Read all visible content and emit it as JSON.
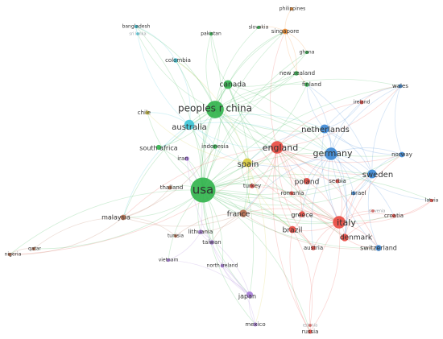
{
  "network": {
    "colors": {
      "green": "#2fb34a",
      "blue": "#3a86d4",
      "red": "#e9483f",
      "cyan": "#3cc5d8",
      "orange": "#f08a2b",
      "purple": "#a67ad8",
      "brown": "#b36a4a",
      "yellow": "#d8c93a"
    },
    "nodes": [
      {
        "id": "usa",
        "label": "usa",
        "cluster": "green",
        "weight": 10
      },
      {
        "id": "peoples-r-china",
        "label": "peoples r china",
        "cluster": "green",
        "weight": 7
      },
      {
        "id": "canada",
        "label": "canada",
        "cluster": "green",
        "weight": 3.5
      },
      {
        "id": "australia",
        "label": "australia",
        "cluster": "cyan",
        "weight": 4
      },
      {
        "id": "england",
        "label": "england",
        "cluster": "red",
        "weight": 5
      },
      {
        "id": "germany",
        "label": "germany",
        "cluster": "blue",
        "weight": 5
      },
      {
        "id": "netherlands",
        "label": "netherlands",
        "cluster": "blue",
        "weight": 3.5
      },
      {
        "id": "italy",
        "label": "italy",
        "cluster": "red",
        "weight": 5
      },
      {
        "id": "spain",
        "label": "spain",
        "cluster": "yellow",
        "weight": 3.5
      },
      {
        "id": "sweden",
        "label": "sweden",
        "cluster": "blue",
        "weight": 3.5
      },
      {
        "id": "france",
        "label": "france",
        "cluster": "brown",
        "weight": 3
      },
      {
        "id": "denmark",
        "label": "denmark",
        "cluster": "red",
        "weight": 3
      },
      {
        "id": "brazil",
        "label": "brazil",
        "cluster": "red",
        "weight": 2.8
      },
      {
        "id": "poland",
        "label": "poland",
        "cluster": "red",
        "weight": 2.6
      },
      {
        "id": "greece",
        "label": "greece",
        "cluster": "red",
        "weight": 2.4
      },
      {
        "id": "japan",
        "label": "japan",
        "cluster": "purple",
        "weight": 2.6
      },
      {
        "id": "switzerland",
        "label": "switzerland",
        "cluster": "blue",
        "weight": 2.4
      },
      {
        "id": "norway",
        "label": "norway",
        "cluster": "blue",
        "weight": 2.2
      },
      {
        "id": "malaysia",
        "label": "malaysia",
        "cluster": "brown",
        "weight": 2.2
      },
      {
        "id": "singapore",
        "label": "singapore",
        "cluster": "orange",
        "weight": 2.2
      },
      {
        "id": "south-africa",
        "label": "south africa",
        "cluster": "green",
        "weight": 2
      },
      {
        "id": "finland",
        "label": "finland",
        "cluster": "green",
        "weight": 1.8
      },
      {
        "id": "new-zealand",
        "label": "new zealand",
        "cluster": "green",
        "weight": 1.8
      },
      {
        "id": "colombia",
        "label": "colombia",
        "cluster": "cyan",
        "weight": 1.8
      },
      {
        "id": "indonesia",
        "label": "indonesia",
        "cluster": "green",
        "weight": 1.8
      },
      {
        "id": "iran",
        "label": "iran",
        "cluster": "purple",
        "weight": 1.8
      },
      {
        "id": "turkey",
        "label": "turkey",
        "cluster": "red",
        "weight": 1.8
      },
      {
        "id": "austria",
        "label": "austria",
        "cluster": "red",
        "weight": 1.8
      },
      {
        "id": "romania",
        "label": "romania",
        "cluster": "red",
        "weight": 1.6
      },
      {
        "id": "serbia",
        "label": "serbia",
        "cluster": "red",
        "weight": 1.6
      },
      {
        "id": "israel",
        "label": "israel",
        "cluster": "blue",
        "weight": 1.6
      },
      {
        "id": "wales",
        "label": "wales",
        "cluster": "blue",
        "weight": 1.6
      },
      {
        "id": "ireland",
        "label": "ireland",
        "cluster": "red",
        "weight": 1.6
      },
      {
        "id": "croatia",
        "label": "croatia",
        "cluster": "red",
        "weight": 1.5
      },
      {
        "id": "slovenia",
        "label": "slovenia",
        "cluster": "red",
        "weight": 1.2
      },
      {
        "id": "latvia",
        "label": "latvia",
        "cluster": "red",
        "weight": 1.4
      },
      {
        "id": "lithuania",
        "label": "lithuania",
        "cluster": "purple",
        "weight": 1.8
      },
      {
        "id": "taiwan",
        "label": "taiwan",
        "cluster": "purple",
        "weight": 1.8
      },
      {
        "id": "thailand",
        "label": "thailand",
        "cluster": "brown",
        "weight": 1.6
      },
      {
        "id": "tunisia",
        "label": "tunisia",
        "cluster": "brown",
        "weight": 1.4
      },
      {
        "id": "vietnam",
        "label": "vietnam",
        "cluster": "purple",
        "weight": 1.4
      },
      {
        "id": "north-ireland",
        "label": "north ireland",
        "cluster": "purple",
        "weight": 1.5
      },
      {
        "id": "mexico",
        "label": "mexico",
        "cluster": "purple",
        "weight": 1.6
      },
      {
        "id": "russia",
        "label": "russia",
        "cluster": "red",
        "weight": 1.6
      },
      {
        "id": "estonia",
        "label": "estonia",
        "cluster": "red",
        "weight": 1.2
      },
      {
        "id": "chile",
        "label": "chile",
        "cluster": "yellow",
        "weight": 1.6
      },
      {
        "id": "ghana",
        "label": "ghana",
        "cluster": "green",
        "weight": 1.4
      },
      {
        "id": "pakistan",
        "label": "pakistan",
        "cluster": "green",
        "weight": 1.4
      },
      {
        "id": "slovakia",
        "label": "slovakia",
        "cluster": "green",
        "weight": 1.3
      },
      {
        "id": "philippines",
        "label": "philippines",
        "cluster": "orange",
        "weight": 1.3
      },
      {
        "id": "bangladesh",
        "label": "bangladesh",
        "cluster": "cyan",
        "weight": 1.4
      },
      {
        "id": "sri-lanka",
        "label": "sri lanka",
        "cluster": "cyan",
        "weight": 1.2
      },
      {
        "id": "qatar",
        "label": "qatar",
        "cluster": "brown",
        "weight": 1.4
      },
      {
        "id": "nigeria",
        "label": "nigeria",
        "cluster": "brown",
        "weight": 1.4
      }
    ],
    "edges": [
      [
        "usa",
        "peoples-r-china"
      ],
      [
        "usa",
        "england"
      ],
      [
        "usa",
        "canada"
      ],
      [
        "usa",
        "australia"
      ],
      [
        "usa",
        "germany"
      ],
      [
        "usa",
        "italy"
      ],
      [
        "usa",
        "spain"
      ],
      [
        "usa",
        "netherlands"
      ],
      [
        "usa",
        "france"
      ],
      [
        "usa",
        "japan"
      ],
      [
        "usa",
        "brazil"
      ],
      [
        "usa",
        "sweden"
      ],
      [
        "usa",
        "malaysia"
      ],
      [
        "usa",
        "mexico"
      ],
      [
        "usa",
        "singapore"
      ],
      [
        "usa",
        "south-africa"
      ],
      [
        "usa",
        "denmark"
      ],
      [
        "usa",
        "switzerland"
      ],
      [
        "usa",
        "poland"
      ],
      [
        "usa",
        "greece"
      ],
      [
        "usa",
        "taiwan"
      ],
      [
        "usa",
        "thailand"
      ],
      [
        "usa",
        "turkey"
      ],
      [
        "usa",
        "iran"
      ],
      [
        "usa",
        "indonesia"
      ],
      [
        "usa",
        "colombia"
      ],
      [
        "usa",
        "chile"
      ],
      [
        "usa",
        "finland"
      ],
      [
        "usa",
        "new-zealand"
      ],
      [
        "usa",
        "norway"
      ],
      [
        "usa",
        "russia"
      ],
      [
        "usa",
        "nigeria"
      ],
      [
        "usa",
        "qatar"
      ],
      [
        "usa",
        "vietnam"
      ],
      [
        "usa",
        "north-ireland"
      ],
      [
        "usa",
        "lithuania"
      ],
      [
        "usa",
        "austria"
      ],
      [
        "usa",
        "israel"
      ],
      [
        "usa",
        "wales"
      ],
      [
        "usa",
        "pakistan"
      ],
      [
        "usa",
        "ghana"
      ],
      [
        "usa",
        "bangladesh"
      ],
      [
        "usa",
        "latvia"
      ],
      [
        "usa",
        "croatia"
      ],
      [
        "usa",
        "romania"
      ],
      [
        "peoples-r-china",
        "england"
      ],
      [
        "peoples-r-china",
        "canada"
      ],
      [
        "peoples-r-china",
        "australia"
      ],
      [
        "peoples-r-china",
        "germany"
      ],
      [
        "peoples-r-china",
        "netherlands"
      ],
      [
        "peoples-r-china",
        "singapore"
      ],
      [
        "peoples-r-china",
        "malaysia"
      ],
      [
        "peoples-r-china",
        "japan"
      ],
      [
        "peoples-r-china",
        "italy"
      ],
      [
        "peoples-r-china",
        "spain"
      ],
      [
        "peoples-r-china",
        "sweden"
      ],
      [
        "peoples-r-china",
        "finland"
      ],
      [
        "peoples-r-china",
        "new-zealand"
      ],
      [
        "peoples-r-china",
        "pakistan"
      ],
      [
        "peoples-r-china",
        "ghana"
      ],
      [
        "peoples-r-china",
        "slovakia"
      ],
      [
        "peoples-r-china",
        "bangladesh"
      ],
      [
        "peoples-r-china",
        "sri-lanka"
      ],
      [
        "peoples-r-china",
        "colombia"
      ],
      [
        "peoples-r-china",
        "south-africa"
      ],
      [
        "peoples-r-china",
        "taiwan"
      ],
      [
        "peoples-r-china",
        "wales"
      ],
      [
        "peoples-r-china",
        "norway"
      ],
      [
        "canada",
        "australia"
      ],
      [
        "canada",
        "england"
      ],
      [
        "canada",
        "germany"
      ],
      [
        "canada",
        "netherlands"
      ],
      [
        "canada",
        "france"
      ],
      [
        "canada",
        "italy"
      ],
      [
        "canada",
        "singapore"
      ],
      [
        "canada",
        "new-zealand"
      ],
      [
        "canada",
        "pakistan"
      ],
      [
        "australia",
        "england"
      ],
      [
        "australia",
        "germany"
      ],
      [
        "australia",
        "colombia"
      ],
      [
        "australia",
        "south-africa"
      ],
      [
        "australia",
        "chile"
      ],
      [
        "australia",
        "indonesia"
      ],
      [
        "australia",
        "malaysia"
      ],
      [
        "australia",
        "bangladesh"
      ],
      [
        "australia",
        "spain"
      ],
      [
        "australia",
        "netherlands"
      ],
      [
        "england",
        "germany"
      ],
      [
        "england",
        "netherlands"
      ],
      [
        "england",
        "italy"
      ],
      [
        "england",
        "spain"
      ],
      [
        "england",
        "sweden"
      ],
      [
        "england",
        "france"
      ],
      [
        "england",
        "denmark"
      ],
      [
        "england",
        "poland"
      ],
      [
        "england",
        "brazil"
      ],
      [
        "england",
        "greece"
      ],
      [
        "england",
        "wales"
      ],
      [
        "england",
        "ireland"
      ],
      [
        "england",
        "norway"
      ],
      [
        "england",
        "switzerland"
      ],
      [
        "england",
        "austria"
      ],
      [
        "england",
        "romania"
      ],
      [
        "england",
        "serbia"
      ],
      [
        "england",
        "turkey"
      ],
      [
        "england",
        "malaysia"
      ],
      [
        "england",
        "nigeria"
      ],
      [
        "england",
        "russia"
      ],
      [
        "england",
        "singapore"
      ],
      [
        "germany",
        "netherlands"
      ],
      [
        "germany",
        "sweden"
      ],
      [
        "germany",
        "italy"
      ],
      [
        "germany",
        "spain"
      ],
      [
        "germany",
        "france"
      ],
      [
        "germany",
        "denmark"
      ],
      [
        "germany",
        "switzerland"
      ],
      [
        "germany",
        "norway"
      ],
      [
        "germany",
        "austria"
      ],
      [
        "germany",
        "israel"
      ],
      [
        "germany",
        "poland"
      ],
      [
        "germany",
        "wales"
      ],
      [
        "germany",
        "finland"
      ],
      [
        "germany",
        "croatia"
      ],
      [
        "germany",
        "latvia"
      ],
      [
        "germany",
        "ireland"
      ],
      [
        "germany",
        "greece"
      ],
      [
        "netherlands",
        "sweden"
      ],
      [
        "netherlands",
        "italy"
      ],
      [
        "netherlands",
        "wales"
      ],
      [
        "netherlands",
        "norway"
      ],
      [
        "netherlands",
        "denmark"
      ],
      [
        "netherlands",
        "spain"
      ],
      [
        "netherlands",
        "finland"
      ],
      [
        "netherlands",
        "ireland"
      ],
      [
        "italy",
        "spain"
      ],
      [
        "italy",
        "france"
      ],
      [
        "italy",
        "denmark"
      ],
      [
        "italy",
        "greece"
      ],
      [
        "italy",
        "brazil"
      ],
      [
        "italy",
        "poland"
      ],
      [
        "italy",
        "croatia"
      ],
      [
        "italy",
        "serbia"
      ],
      [
        "italy",
        "switzerland"
      ],
      [
        "italy",
        "austria"
      ],
      [
        "italy",
        "russia"
      ],
      [
        "italy",
        "latvia"
      ],
      [
        "italy",
        "slovenia"
      ],
      [
        "italy",
        "estonia"
      ],
      [
        "italy",
        "romania"
      ],
      [
        "italy",
        "turkey"
      ],
      [
        "italy",
        "sweden"
      ],
      [
        "italy",
        "israel"
      ],
      [
        "spain",
        "france"
      ],
      [
        "spain",
        "brazil"
      ],
      [
        "spain",
        "chile"
      ],
      [
        "spain",
        "turkey"
      ],
      [
        "spain",
        "poland"
      ],
      [
        "spain",
        "colombia"
      ],
      [
        "spain",
        "mexico"
      ],
      [
        "sweden",
        "denmark"
      ],
      [
        "sweden",
        "norway"
      ],
      [
        "sweden",
        "switzerland"
      ],
      [
        "sweden",
        "israel"
      ],
      [
        "sweden",
        "finland"
      ],
      [
        "sweden",
        "wales"
      ],
      [
        "france",
        "tunisia"
      ],
      [
        "france",
        "lithuania"
      ],
      [
        "france",
        "taiwan"
      ],
      [
        "france",
        "brazil"
      ],
      [
        "france",
        "switzerland"
      ],
      [
        "france",
        "malaysia"
      ],
      [
        "denmark",
        "switzerland"
      ],
      [
        "denmark",
        "croatia"
      ],
      [
        "denmark",
        "greece"
      ],
      [
        "denmark",
        "norway"
      ],
      [
        "brazil",
        "greece"
      ],
      [
        "brazil",
        "austria"
      ],
      [
        "brazil",
        "russia"
      ],
      [
        "brazil",
        "estonia"
      ],
      [
        "japan",
        "mexico"
      ],
      [
        "japan",
        "taiwan"
      ],
      [
        "japan",
        "lithuania"
      ],
      [
        "japan",
        "north-ireland"
      ],
      [
        "japan",
        "vietnam"
      ],
      [
        "japan",
        "iran"
      ],
      [
        "malaysia",
        "qatar"
      ],
      [
        "malaysia",
        "nigeria"
      ],
      [
        "malaysia",
        "thailand"
      ],
      [
        "malaysia",
        "tunisia"
      ],
      [
        "malaysia",
        "indonesia"
      ],
      [
        "singapore",
        "philippines"
      ],
      [
        "singapore",
        "slovakia"
      ],
      [
        "singapore",
        "ghana"
      ],
      [
        "singapore",
        "finland"
      ],
      [
        "singapore",
        "new-zealand"
      ],
      [
        "lithuania",
        "taiwan"
      ],
      [
        "lithuania",
        "vietnam"
      ],
      [
        "lithuania",
        "iran"
      ],
      [
        "nigeria",
        "qatar"
      ],
      [
        "russia",
        "estonia"
      ],
      [
        "latvia",
        "croatia"
      ],
      [
        "wales",
        "norway"
      ],
      [
        "ireland",
        "wales"
      ],
      [
        "colombia",
        "bangladesh"
      ],
      [
        "sri-lanka",
        "bangladesh"
      ],
      [
        "mexico",
        "north-ireland"
      ]
    ]
  }
}
